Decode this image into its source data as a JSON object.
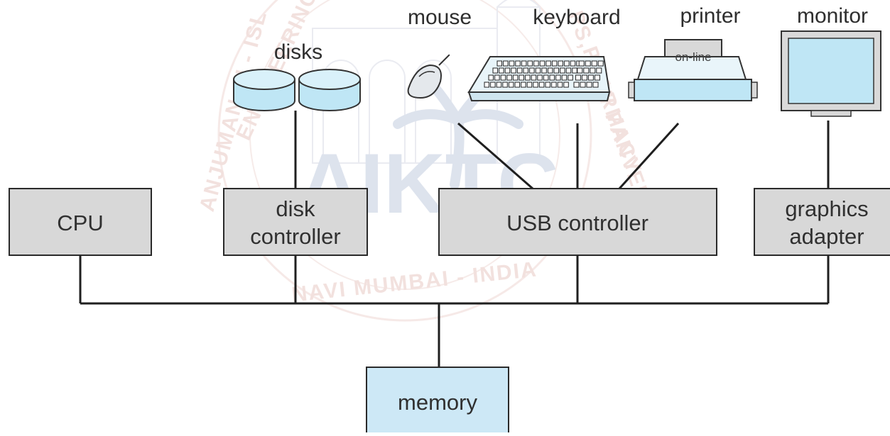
{
  "components": {
    "cpu": "CPU",
    "disk_controller": [
      "disk",
      "controller"
    ],
    "usb_controller": "USB controller",
    "graphics_adapter": [
      "graphics",
      "adapter"
    ],
    "memory": "memory"
  },
  "devices": {
    "disks": "disks",
    "mouse": "mouse",
    "keyboard": "keyboard",
    "printer": "printer",
    "printer_display": "on-line",
    "monitor": "monitor"
  },
  "watermark": {
    "text_bottom": "NAVI MUMBAI - INDIA",
    "text_left": "ANJUMAN - I - ISL",
    "text_left_inner": "ENGINEERING &",
    "text_right": "PS, NEW PANVEL",
    "text_right_inner": "PHARMACY",
    "logo_text": "AIKTC"
  },
  "colors": {
    "controller_fill": "#d8d8d8",
    "memory_fill": "#cde8f6",
    "device_blue": "#bfe6f5",
    "line": "#1f1f1f"
  }
}
